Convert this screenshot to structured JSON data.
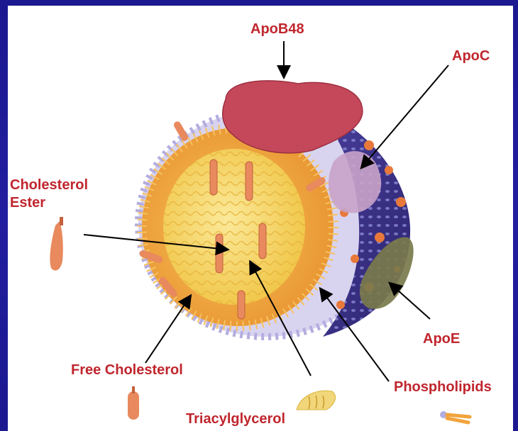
{
  "labels": {
    "apob48": "ApoB48",
    "apoc": "ApoC",
    "cholesterol_ester_line1": "Cholesterol",
    "cholesterol_ester_line2": "Ester",
    "apoe": "ApoE",
    "free_cholesterol": "Free Cholesterol",
    "phospholipids": "Phospholipids",
    "triacylglycerol": "Triacylglycerol"
  },
  "colors": {
    "frame_blue": "#1d1a8c",
    "label_red": "#c0262e",
    "core_yellow": "#f5d75a",
    "shell_orange": "#f2a33c",
    "surface_purple": "#3b2f86",
    "apob48_pink": "#c4485a",
    "apoc_lilac": "#c9a3c9",
    "apoe_olive": "#7a7a4c",
    "cholesterol_salmon": "#e88a60"
  },
  "icons": [
    "arrow",
    "lipoprotein-particle",
    "cholesterol-molecule",
    "triacylglycerol-molecule",
    "phospholipid-molecule"
  ]
}
